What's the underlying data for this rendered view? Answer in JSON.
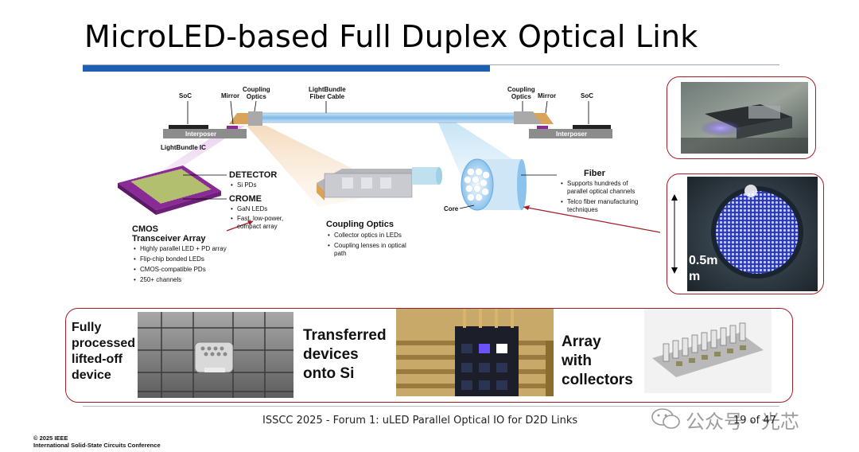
{
  "slide": {
    "title": "MicroLED-based Full Duplex Optical Link"
  },
  "diagram": {
    "soc_left": "SoC",
    "mirror_left": "Mirror",
    "coupling_optics_left": [
      "Coupling",
      "Optics"
    ],
    "fiber_cable": [
      "LightBundle",
      "Fiber Cable"
    ],
    "coupling_optics_right": [
      "Coupling",
      "Optics"
    ],
    "mirror_right": "Mirror",
    "soc_right": "SoC",
    "interposer_left": "Interposer",
    "interposer_right": "Interposer",
    "lightbundle_ic": "LightBundle IC",
    "detector": {
      "title": "DETECTOR",
      "bullets": [
        "Si PDs"
      ]
    },
    "crome": {
      "title": "CROME",
      "bullets": [
        "GaN LEDs",
        "Fast, low-power, compact array"
      ]
    },
    "cmos": {
      "title": [
        "CMOS",
        "Transceiver Array"
      ],
      "bullets": [
        "Highly parallel LED + PD array",
        "Flip-chip bonded LEDs",
        "CMOS-compatible PDs",
        "250+ channels"
      ]
    },
    "coupling_optics": {
      "title": "Coupling Optics",
      "bullets": [
        "Collector optics in LEDs",
        "Coupling lenses in optical path"
      ]
    },
    "core": "Core",
    "fiber": {
      "title": "Fiber",
      "bullets": [
        "Supports hundreds of parallel optical channels",
        "Telco fiber manufacturing techniques"
      ]
    }
  },
  "photos": {
    "scale_label": [
      "0.5m",
      "m"
    ]
  },
  "bottom": {
    "caption_1": [
      "Fully",
      "processed",
      "lifted-off",
      "device"
    ],
    "caption_2": [
      "Transferred",
      "devices",
      "onto Si"
    ],
    "caption_3": [
      "Array",
      "with",
      "collectors"
    ]
  },
  "footer": {
    "text": "ISSCC 2025 - Forum 1: uLED Parallel Optical IO for D2D Links",
    "page": "19 of 47",
    "copyright": [
      "© 2025 IEEE",
      "International Solid-State Circuits Conference"
    ],
    "watermark": "公众号 · 光芯"
  },
  "colors": {
    "accent_blue": "#1e5fb4",
    "frame_red": "#a01e26",
    "fiber_blue": "#7fb8e6",
    "chip_purple": "#8a2a96"
  }
}
